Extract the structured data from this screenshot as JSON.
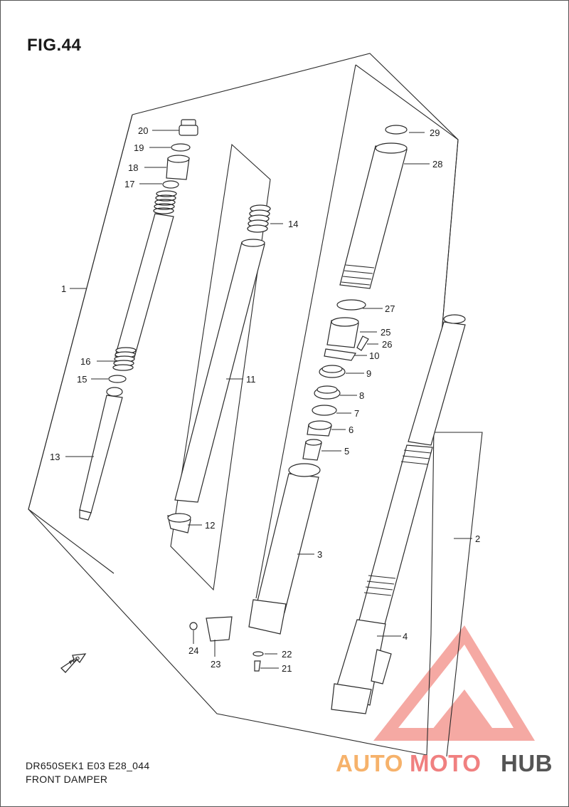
{
  "figure": {
    "title": "FIG.44"
  },
  "footer": {
    "model_code": "DR650SEK1 E03 E28_044",
    "section_name": "FRONT DAMPER"
  },
  "fwd_arrow": {
    "label": "FWD",
    "icon": "forward-arrow-icon"
  },
  "callouts": [
    "1",
    "2",
    "3",
    "4",
    "5",
    "6",
    "7",
    "8",
    "9",
    "10",
    "11",
    "12",
    "13",
    "14",
    "15",
    "16",
    "17",
    "18",
    "19",
    "20",
    "21",
    "22",
    "23",
    "24",
    "25",
    "26",
    "27",
    "28",
    "29"
  ],
  "watermark": {
    "part_a": "AUTO",
    "part_b": "MOTO",
    "part_c": "HUB",
    "colors": {
      "auto": "#f6b26b",
      "moto": "#f08080",
      "hub": "#555555",
      "logo": "#f4a09a"
    }
  }
}
